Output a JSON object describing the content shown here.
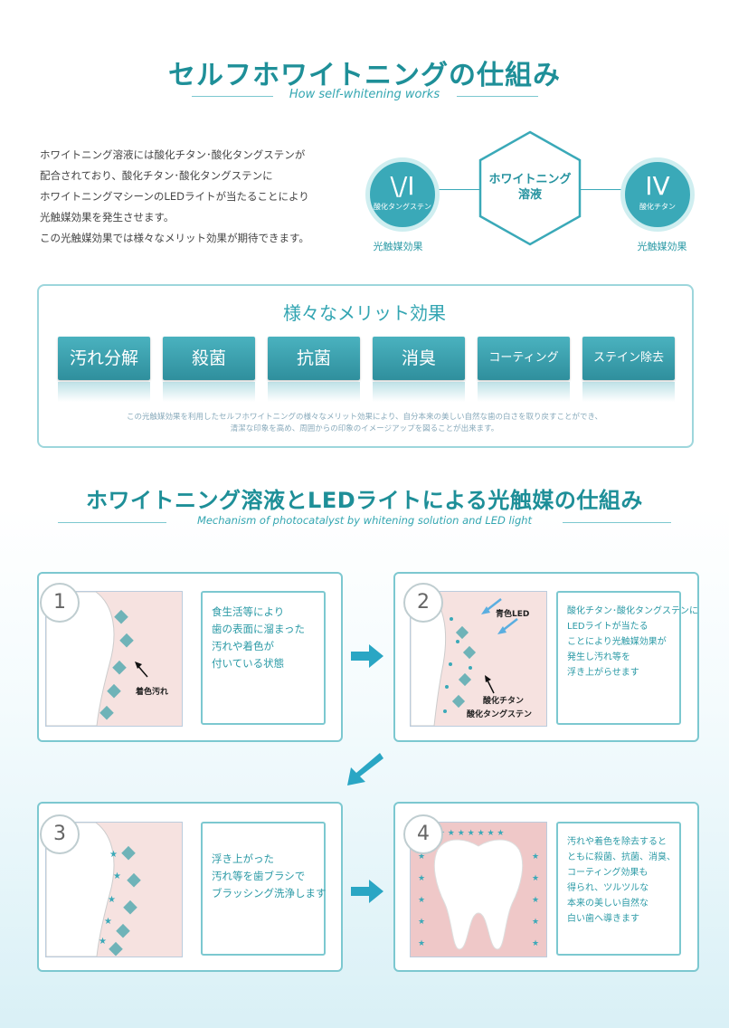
{
  "header": {
    "title": "セルフホワイトニングの仕組み",
    "subtitle": "How self-whitening works"
  },
  "intro": {
    "lines": [
      "ホワイトニング溶液には酸化チタン･酸化タングステンが",
      "配合されており、酸化チタン･酸化タングステンに",
      "ホワイトニングマシーンのLEDライトが当たることにより",
      "光触媒効果を発生させます。",
      "この光触媒効果では様々なメリット効果が期待できます。"
    ]
  },
  "diagram": {
    "left": {
      "symbol": "\\/I",
      "label": "酸化タングステン",
      "caption": "光触媒効果"
    },
    "center": {
      "line1": "ホワイトニング",
      "line2": "溶液"
    },
    "right": {
      "symbol": "IV",
      "label": "酸化チタン",
      "caption": "光触媒効果"
    }
  },
  "merits": {
    "title": "様々なメリット効果",
    "items": [
      "汚れ分解",
      "殺菌",
      "抗菌",
      "消臭",
      "コーティング",
      "ステイン除去"
    ],
    "note_line1": "この光触媒効果を利用したセルフホワイトニングの様々なメリット効果により、自分本来の美しい自然な歯の白さを取り戻すことができ、",
    "note_line2": "清潔な印象を高め、周囲からの印象のイメージアップを図ることが出来ます。"
  },
  "mechanism": {
    "title": "ホワイトニング溶液とLEDライトによる光触媒の仕組み",
    "subtitle": "Mechanism of photocatalyst by whitening solution and LED light",
    "steps": [
      {
        "num": "1",
        "labels": [
          "着色汚れ"
        ],
        "lines": [
          "食生活等により",
          "歯の表面に溜まった",
          "汚れや着色が",
          "付いている状態"
        ]
      },
      {
        "num": "2",
        "labels": [
          "青色LED",
          "酸化チタン",
          "酸化タングステン"
        ],
        "lines": [
          "酸化チタン･酸化タングステンに",
          "LEDライトが当たる",
          "ことにより光触媒効果が",
          "発生し汚れ等を",
          "浮き上がらせます"
        ]
      },
      {
        "num": "3",
        "labels": [],
        "lines": [
          "浮き上がった",
          "汚れ等を歯ブラシで",
          "ブラッシング洗浄します"
        ]
      },
      {
        "num": "4",
        "labels": [],
        "lines": [
          "汚れや着色を除去すると",
          "ともに殺菌、抗菌、消臭、",
          "コーティング効果も",
          "得られ、ツルツルな",
          "本来の美しい自然な",
          "白い歯へ導きます"
        ]
      }
    ]
  },
  "colors": {
    "accent": "#1e8f98",
    "button": "#3aa0ae",
    "pink": "#f6e2e0"
  }
}
